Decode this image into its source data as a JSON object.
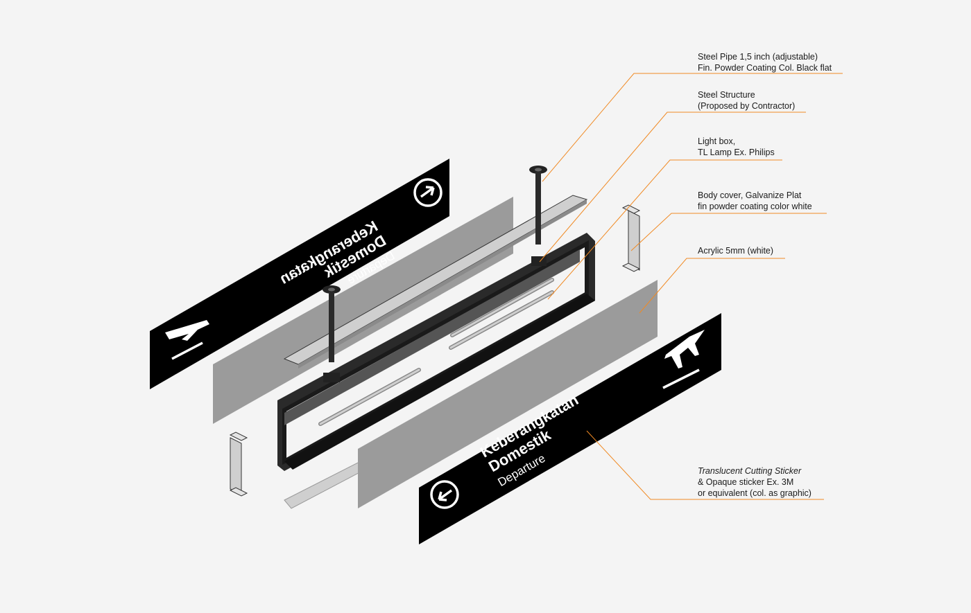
{
  "colors": {
    "background": "#f4f4f4",
    "sign_panel": "#000000",
    "acrylic": "#9b9b9b",
    "steel_strip": "#cfcfcf",
    "frame": "#1f1f1f",
    "leader_line": "#f08a24"
  },
  "signs": {
    "back": {
      "line1": "Keberangkatan",
      "line2": "Domestik",
      "line3": "Departure",
      "arrow_icon": "arrow-right-circle-icon",
      "plane_icon": "airplane-departure-icon"
    },
    "front": {
      "line1": "Keberangkatan",
      "line2": "Domestik",
      "line3": "Departure",
      "arrow_icon": "arrow-left-circle-icon",
      "plane_icon": "airplane-departure-icon"
    }
  },
  "callouts": [
    {
      "lines": [
        "Steel Pipe 1,5 inch (adjustable)",
        "Fin. Powder Coating Col. Black flat"
      ]
    },
    {
      "lines": [
        "Steel Structure",
        "(Proposed by Contractor)"
      ]
    },
    {
      "lines": [
        "Light box,",
        "TL Lamp Ex. Philips"
      ]
    },
    {
      "lines": [
        "Body cover, Galvanize Plat",
        "fin powder coating color white"
      ]
    },
    {
      "lines": [
        "Acrylic 5mm (white)"
      ]
    },
    {
      "lines": [
        "Translucent Cutting Sticker",
        "& Opaque sticker Ex. 3M",
        "or equivalent (col. as graphic)"
      ]
    }
  ]
}
